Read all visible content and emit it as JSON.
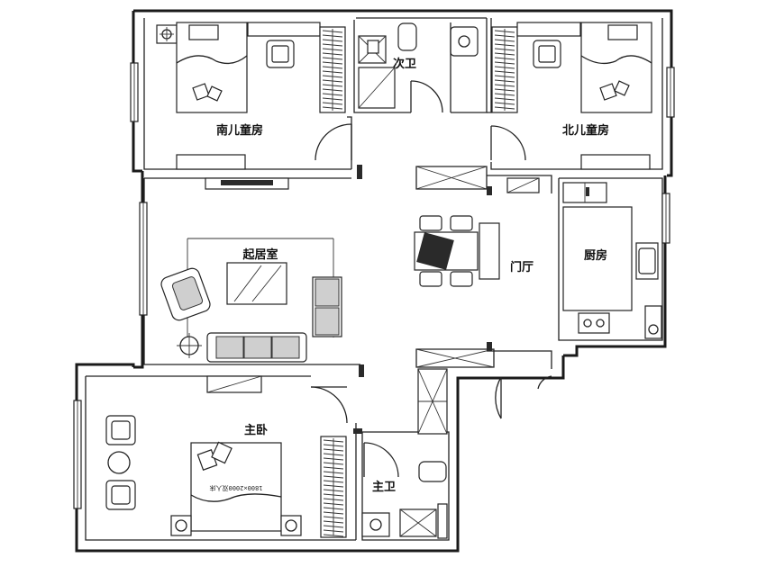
{
  "rooms": {
    "south_child": "南儿童房",
    "north_child": "北儿童房",
    "secondary_bath": "次卫",
    "living": "起居室",
    "foyer": "门厅",
    "kitchen": "厨房",
    "master_bedroom": "主卧",
    "master_bath": "主卫"
  },
  "bed_mark": "1800×2000双人床",
  "colors": {
    "wall": "#1a1a1a",
    "background": "#ffffff",
    "furniture_fill": "#cfcfcf"
  }
}
